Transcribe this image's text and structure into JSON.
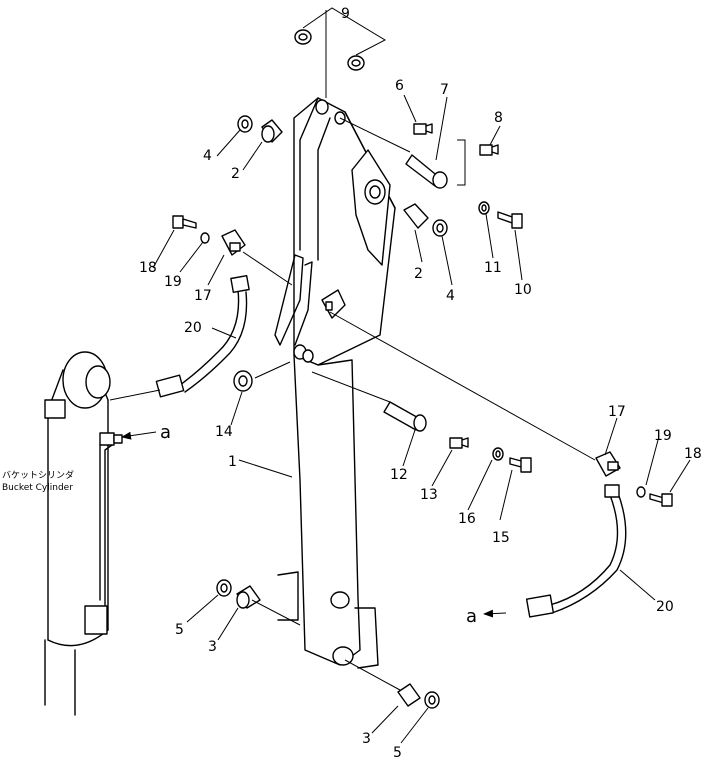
{
  "callouts": {
    "c1": "1",
    "c2a": "2",
    "c2b": "2",
    "c3a": "3",
    "c3b": "3",
    "c4a": "4",
    "c4b": "4",
    "c5a": "5",
    "c5b": "5",
    "c6": "6",
    "c7": "7",
    "c8": "8",
    "c9": "9",
    "c10": "10",
    "c11": "11",
    "c12": "12",
    "c13": "13",
    "c14": "14",
    "c15": "15",
    "c16": "16",
    "c17a": "17",
    "c17b": "17",
    "c18a": "18",
    "c18b": "18",
    "c19a": "19",
    "c19b": "19",
    "c20a": "20",
    "c20b": "20"
  },
  "cylinder_label": {
    "japanese": "バケットシリンダ",
    "english": "Bucket Cylinder"
  },
  "connection_markers": {
    "upper": "a",
    "lower": "a"
  }
}
